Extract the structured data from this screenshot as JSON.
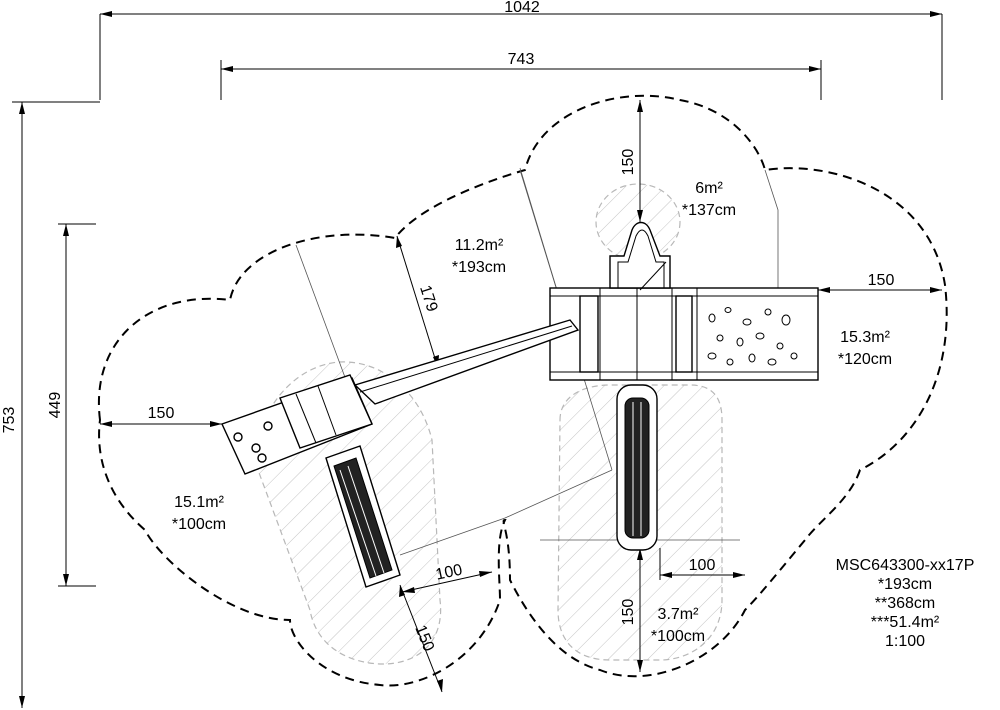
{
  "dimensions": {
    "overall_width": "1042",
    "inner_width": "743",
    "overall_height": "753",
    "inner_height": "449",
    "top_clearance": "150",
    "right_clearance": "150",
    "left_clearance": "150",
    "bottom_clearance_center": "150",
    "bottom_clearance_left": "150",
    "ramp_width": "179",
    "slide_gap_left": "100",
    "slide_gap_right": "100"
  },
  "areas": {
    "top": {
      "area": "6m²",
      "height": "*137cm"
    },
    "upper_center": {
      "area": "11.2m²",
      "height": "*193cm"
    },
    "right": {
      "area": "15.3m²",
      "height": "*120cm"
    },
    "left": {
      "area": "15.1m²",
      "height": "*100cm"
    },
    "bottom": {
      "area": "3.7m²",
      "height": "*100cm"
    }
  },
  "spec": {
    "code": "MSC643300-xx17P",
    "height_1": "*193cm",
    "height_2": "**368cm",
    "area_total": "***51.4m²",
    "scale": "1:100"
  }
}
